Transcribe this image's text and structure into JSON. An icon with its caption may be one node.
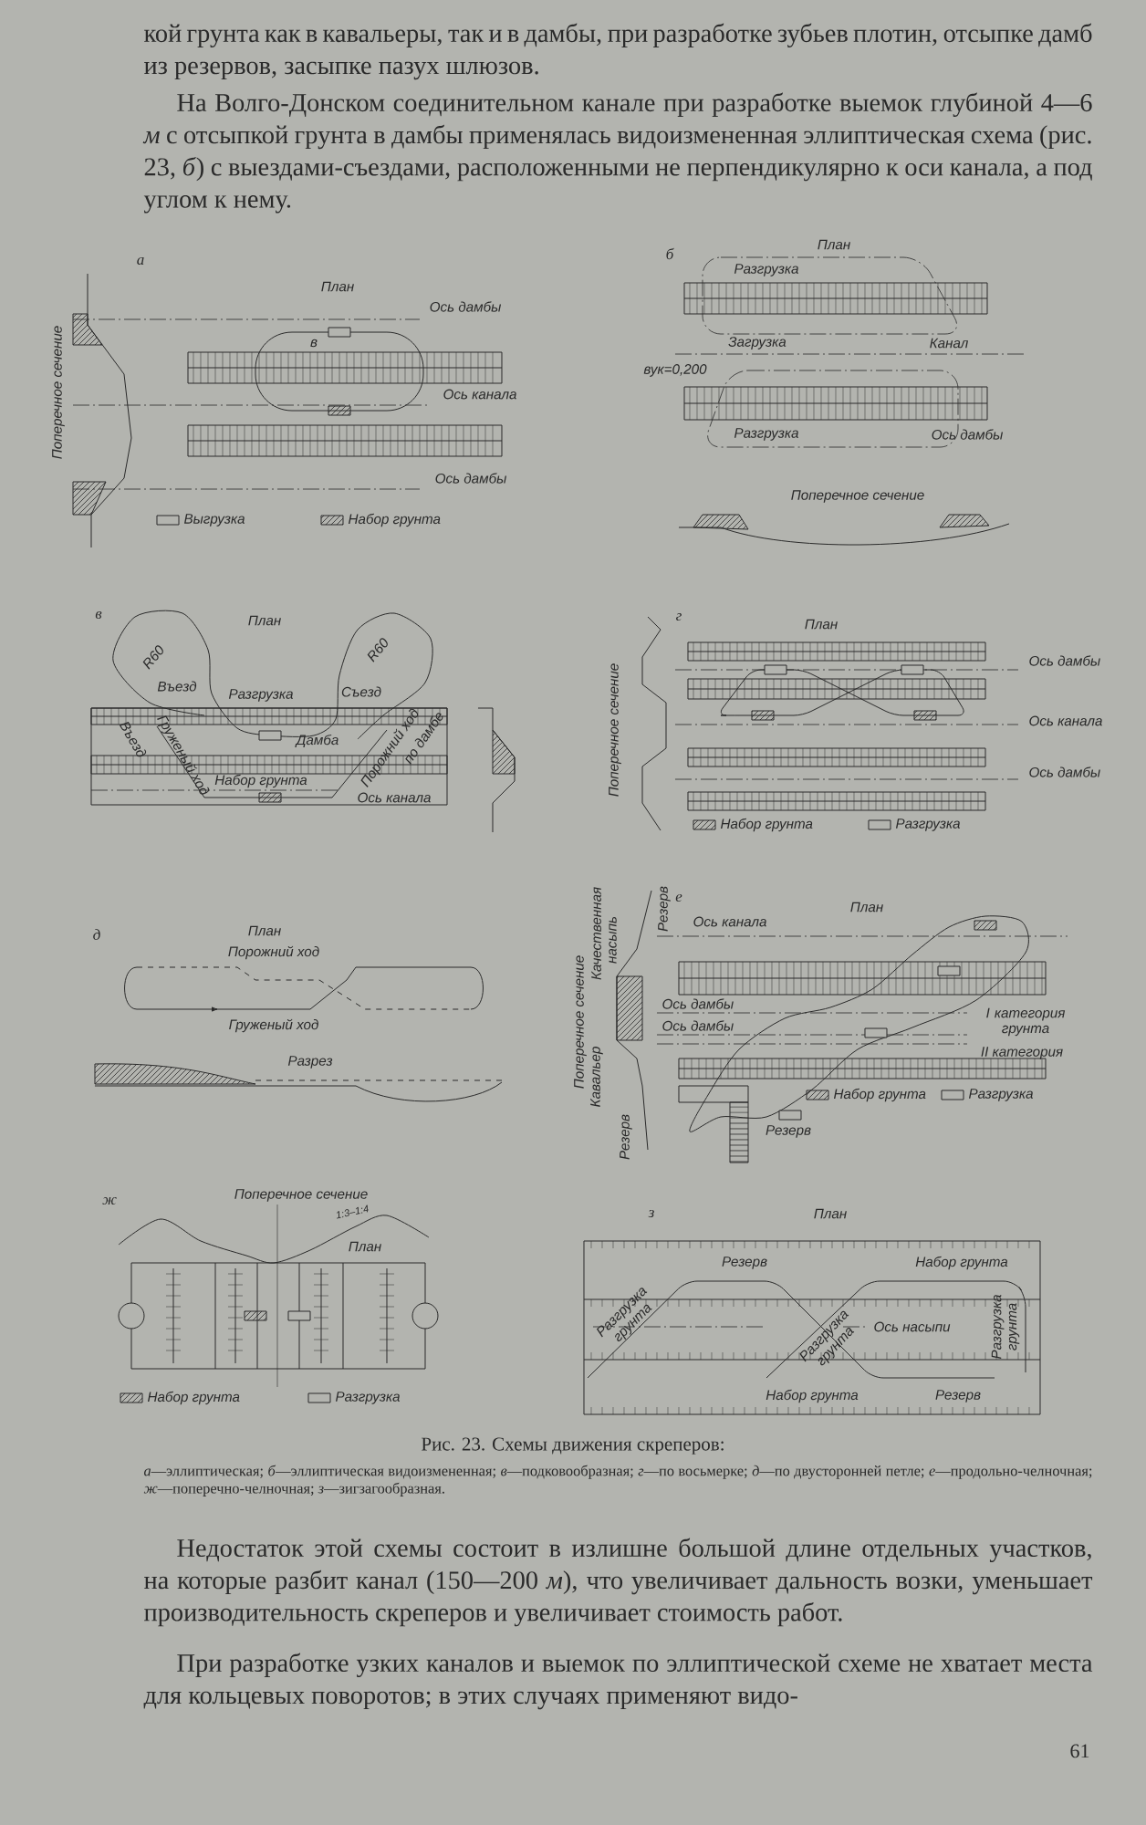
{
  "diagram": {
    "caption": "Рис. 23. Схемы движения скреперов:",
    "labels": [
      "кой грунта как в кавальеры, так и в дамбы, при разработке зубьев плотин, отсыпке дамб из резервов, засыпке пазух шлюзов.",
      "На Волго-Донском соединительном канале при разработке выемок глубиной 4—6 *м* с отсыпкой грунта в дамбы применялась видоизмененная эллиптическая схема (рис. 23, *б*) с выездами-съездами, расположенными не перпендикулярно к оси канала, а под углом к нему.",
      "а",
      "План",
      "Ось дамбы",
      "в",
      "Ось канала",
      "Ось дамбы",
      "Поперечное сечение",
      "б",
      "План",
      "Разгрузка",
      "Загрузка",
      "Канал",
      "вук=0,200",
      "Разгрузка",
      "Ось дамбы",
      "Поперечное сечение",
      "в",
      "План",
      "R60",
      "R60",
      "Въезд",
      "Разгрузка",
      "Съезд",
      "Дамба",
      "Въезд",
      "Груженый ход",
      "Порожний ход",
      "по дамбе",
      "Набор грунта",
      "Ось канала",
      "г",
      "План",
      "Поперечное сечение",
      "Ось дамбы",
      "Ось канала",
      "Ось дамбы",
      "д",
      "План",
      "Порожний ход",
      "Груженый ход",
      "Разрез",
      "Поперечное сечение",
      "Качественная насыпь",
      "Кавальер",
      "Резерв",
      "Резерв",
      "е",
      "План",
      "Ось канала",
      "Ось дамбы",
      "Ось дамбы",
      "I категория грунта",
      "II категория",
      "Резерв",
      "ж",
      "Поперечное сечение",
      "1:3–1:4",
      "План",
      "з",
      "План",
      "Резерв",
      "Набор грунта",
      "Разгрузка грунта",
      "Разгрузка грунта",
      "Ось насыпи",
      "Разгрузка грунта",
      "Набор грунта",
      "Резерв",
      "*а*—эллиптическая; *б*—эллиптическая видоизмененная; *в*—подковообразная; *г*—по восьмерке; *д*—по двусторонней петле; *е*—продольно-челночная; *ж*—поперечно-челночная; *з*—зигзагообразная.",
      "Недостаток этой схемы состоит в излишне большой длине отдельных участков, на которые разбит канал (150—200 *м*), что увеличивает дальность возки, уменьшает производительность скреперов и увеличивает стоимость работ.",
      "При разработке узких каналов и выемок по эллиптической схеме не хватает места для кольцевых поворотов; в этих случаях применяют видо-",
      "61"
    ],
    "legend": [
      {
        "text": "Выгрузка"
      },
      {
        "text": "Набор грунта"
      },
      {
        "text": "Набор грунта"
      },
      {
        "text": "Разгрузка"
      },
      {
        "text": "Набор грунта"
      },
      {
        "text": "Разгрузка"
      },
      {
        "text": "Набор грунта"
      },
      {
        "text": "Разгрузка"
      }
    ]
  }
}
